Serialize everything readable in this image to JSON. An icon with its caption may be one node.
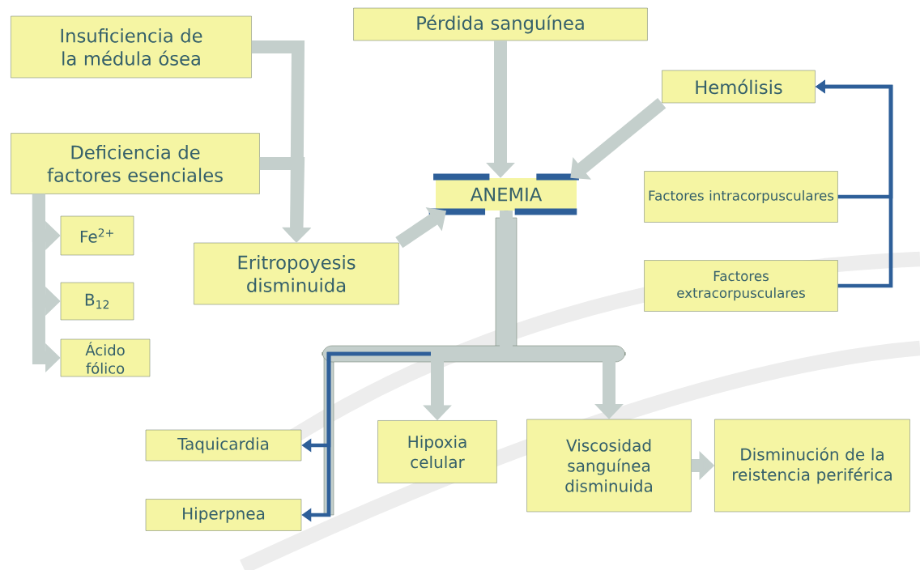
{
  "diagram": {
    "nodes": [
      {
        "text": [
          "Insuficiencia de la médula ósea"
        ]
      },
      {
        "text": [
          "Pérdida sanguínea"
        ]
      },
      {
        "text": [
          "Hemólisis"
        ]
      },
      {
        "text": [
          "Deficiencia de factores esenciales"
        ]
      },
      {
        "text": [
          "ANEMIA"
        ]
      },
      {
        "text": [
          "Factores intracorpusculares"
        ]
      },
      {
        "text": [
          "Eritropoyesis disminuida"
        ]
      },
      {
        "text": [
          "Fe$^{2+}$"
        ]
      },
      {
        "text": [
          "B$_{12}$"
        ]
      },
      {
        "text": [
          "Ácido fólico"
        ]
      },
      {
        "text": [
          "Factores extracorpusculares"
        ]
      },
      {
        "text": [
          "Taquicardia"
        ]
      },
      {
        "text": [
          "Hipoxia celular"
        ]
      },
      {
        "text": [
          "Viscosidad sanguínea disminuida"
        ]
      },
      {
        "text": [
          "Disminución de la reistencia periférica"
        ]
      },
      {
        "text": [
          "Hiperpnea"
        ]
      }
    ],
    "edges": [
      {
        "from": 0,
        "to": 6,
        "arrow": "to"
      },
      {
        "from": 3,
        "to": 6,
        "arrow": "to"
      },
      {
        "from": 1,
        "to": 4,
        "arrow": "to"
      },
      {
        "from": 2,
        "to": 4,
        "arrow": "to"
      },
      {
        "from": 6,
        "to": 4,
        "arrow": "to"
      },
      {
        "from": 5,
        "to": 2,
        "arrow": "to",
        "color": "#2e5f99"
      },
      {
        "from": 10,
        "to": 2,
        "arrow": "to",
        "color": "#2e5f99"
      },
      {
        "from": 3,
        "to": 7,
        "arrow": "to"
      },
      {
        "from": 3,
        "to": 8,
        "arrow": "to"
      },
      {
        "from": 3,
        "to": 9,
        "arrow": "to"
      },
      {
        "from": 4,
        "to": 11,
        "arrow": "to",
        "color": "#2e5f99"
      },
      {
        "from": 4,
        "to": 15,
        "arrow": "to",
        "color": "#2e5f99"
      },
      {
        "from": 4,
        "to": 12,
        "arrow": "to"
      },
      {
        "from": 4,
        "to": 13,
        "arrow": "to"
      },
      {
        "from": 13,
        "to": 14,
        "arrow": "to"
      }
    ]
  }
}
